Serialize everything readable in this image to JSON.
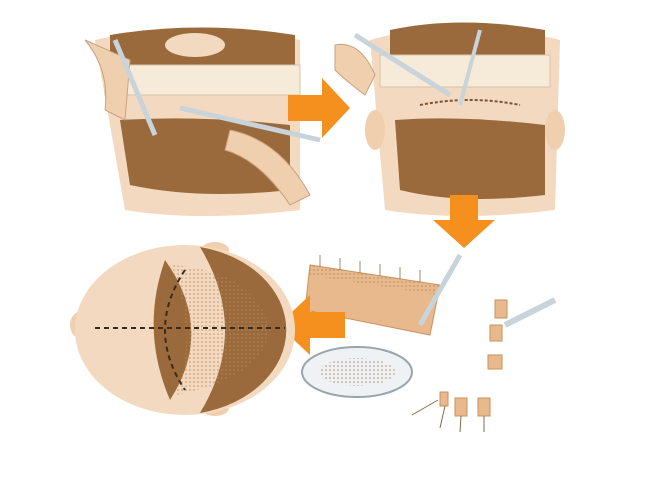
{
  "colors": {
    "skin": "#f3d9bf",
    "hair": "#9a6a3c",
    "hair_dark": "#7d5230",
    "bandage": "#f6ead8",
    "arrow": "#f5901e",
    "instrument": "#c9d3da"
  },
  "steps": [
    {
      "icon": "donor-strip-excision-illustration"
    },
    {
      "icon": "wound-closure-illustration"
    },
    {
      "icon": "graft-dissection-illustration"
    },
    {
      "icon": "graft-placement-illustration"
    }
  ]
}
